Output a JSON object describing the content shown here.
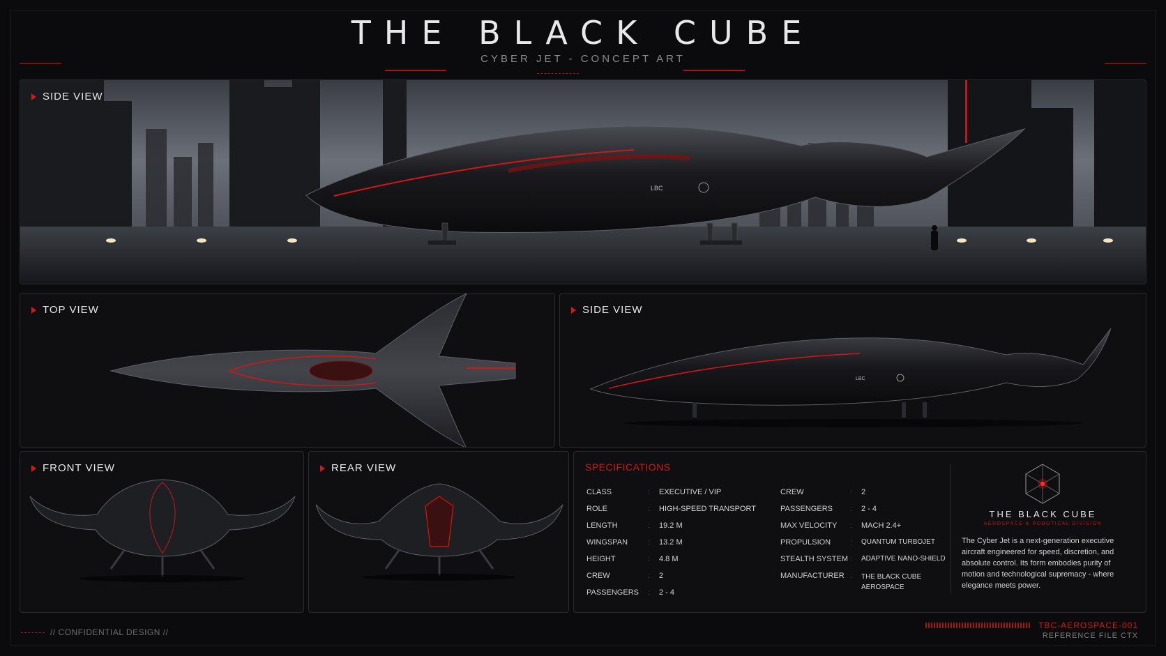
{
  "header": {
    "title": "THE BLACK CUBE",
    "subtitle": "CYBER JET - CONCEPT ART"
  },
  "panels": {
    "side_top": "SIDE VIEW",
    "top_view": "TOP VIEW",
    "side_right": "SIDE VIEW",
    "front_view": "FRONT VIEW",
    "rear_view": "REAR VIEW"
  },
  "jet_marking": "LBC",
  "specs": {
    "title": "SPECIFICATIONS",
    "left": [
      {
        "k": "CLASS",
        "v": "EXECUTIVE / VIP"
      },
      {
        "k": "ROLE",
        "v": "HIGH-SPEED TRANSPORT"
      },
      {
        "k": "LENGTH",
        "v": "19.2 M"
      },
      {
        "k": "WINGSPAN",
        "v": "13.2 M"
      },
      {
        "k": "HEIGHT",
        "v": "4.8 M"
      },
      {
        "k": "CREW",
        "v": "2"
      },
      {
        "k": "PASSENGERS",
        "v": "2 - 4"
      }
    ],
    "right": [
      {
        "k": "CREW",
        "v": "2"
      },
      {
        "k": "PASSENGERS",
        "v": "2 - 4"
      },
      {
        "k": "MAX VELOCITY",
        "v": "MACH 2.4+"
      },
      {
        "k": "PROPULSION",
        "v": "QUANTUM TURBOJET"
      },
      {
        "k": "STEALTH SYSTEM",
        "v": "ADAPTIVE NANO-SHIELD"
      },
      {
        "k": "MANUFACTURER",
        "v": "THE BLACK CUBE",
        "v2": "AEROSPACE"
      }
    ]
  },
  "brand": {
    "name": "THE BLACK CUBE",
    "division": "AEROSPACE & ROBOTICAL DIVISION",
    "description": "The Cyber Jet is a next-generation executive aircraft engineered for speed, discretion, and absolute control. Its form embodies purity of motion and technological supremacy - where elegance meets power."
  },
  "footer": {
    "left": "// CONFIDENTIAL DESIGN //",
    "ref_code": "TBC-AEROSPACE-001",
    "ref_label": "REFERENCE FILE CTX"
  },
  "colors": {
    "accent": "#d01818",
    "background": "#0b0b0d",
    "panel": "#0f0f12"
  }
}
